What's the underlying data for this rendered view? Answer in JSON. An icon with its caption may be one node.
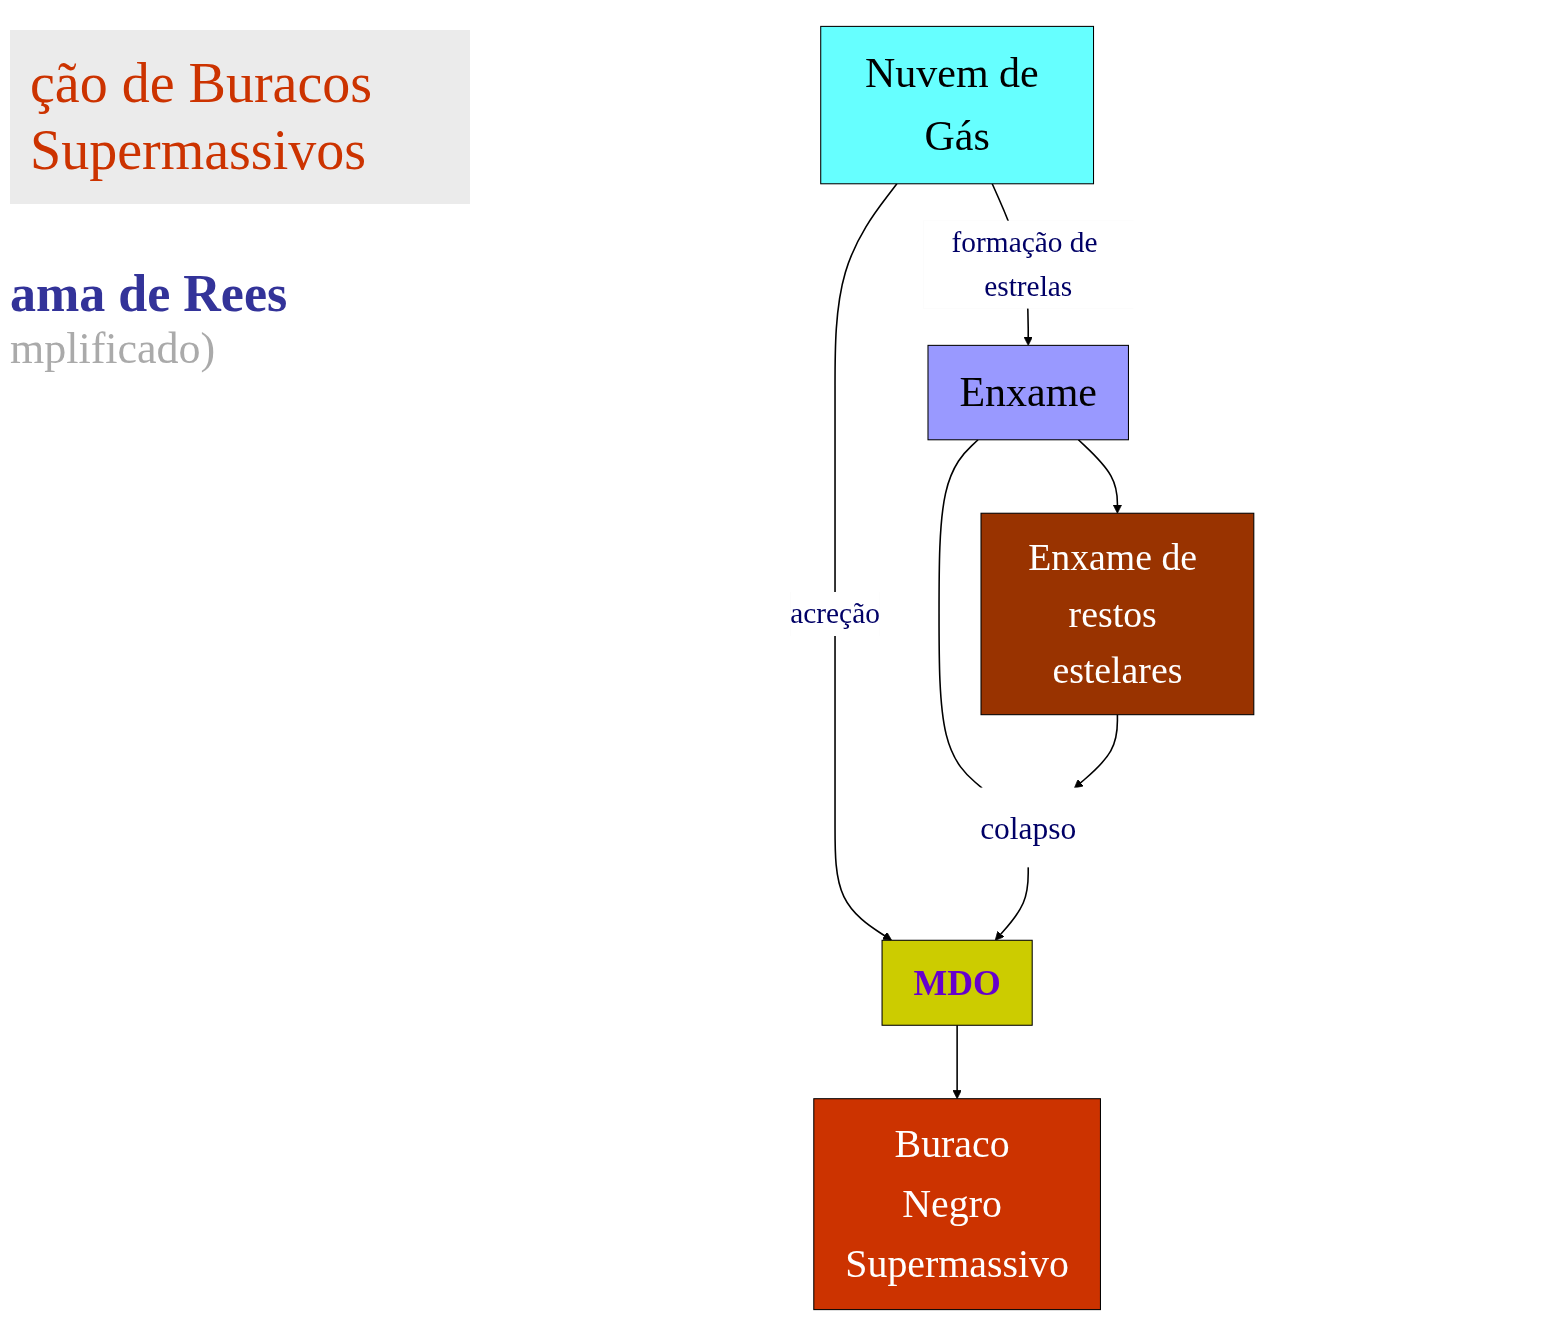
{
  "diagram": {
    "title": "ção de Buracos Supermassivos",
    "nodes": [
      {
        "text": [
          "Nuvem de Gás"
        ]
      },
      {
        "text": [
          "Enxame"
        ]
      },
      {
        "text": [
          "Enxame de restos estelares"
        ]
      },
      {
        "text": [
          "colapso"
        ]
      },
      {
        "text": [
          "MDO"
        ]
      },
      {
        "text": [
          "Buraco Negro Supermassivo"
        ]
      }
    ],
    "edges": [
      {
        "from": 0,
        "to": 1,
        "arrow": "to",
        "label": "formação de estrelas"
      },
      {
        "from": 0,
        "to": 4,
        "arrow": "to",
        "label": "acreção"
      },
      {
        "from": 1,
        "to": 2,
        "arrow": "to"
      },
      {
        "from": 1,
        "to": 3,
        "arrow": "none"
      },
      {
        "from": 2,
        "to": 3,
        "arrow": "to"
      },
      {
        "from": 3,
        "to": 4,
        "arrow": "to"
      },
      {
        "from": 4,
        "to": 5,
        "arrow": "to"
      }
    ],
    "labels": [
      "ama de Rees",
      "mplificado)"
    ]
  }
}
